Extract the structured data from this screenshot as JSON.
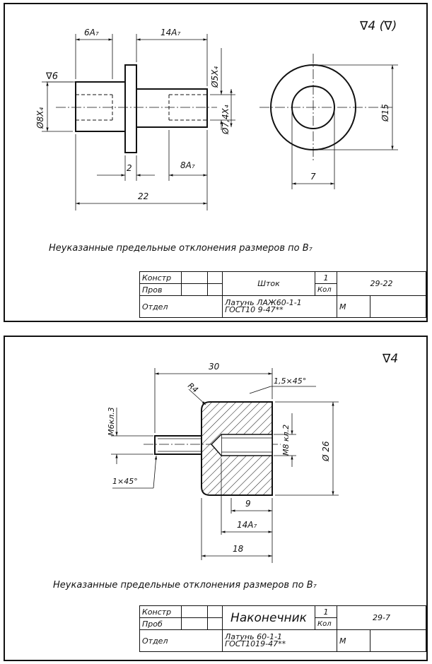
{
  "sheet1": {
    "roughness_label": "∇4 (∇)",
    "surface_mark": "∇6",
    "dims": {
      "d6A7": "6A₇",
      "d14A7": "14A₇",
      "d5X4": "Ø5X₄",
      "d8X4": "Ø8X₄",
      "d74X4": "Ø7,4X₄",
      "d15": "Ø15",
      "d2": "2",
      "d8A7": "8A₇",
      "d22": "22",
      "d7": "7"
    },
    "note": "Неуказанные предельные отклонения размеров по В₇",
    "title_block": {
      "row1_label": "Констр",
      "row2_label": "Пров",
      "row3_label": "Отдел",
      "part_name": "Шток",
      "qty": "1",
      "qty_label": "Кол",
      "drawing_number": "29-22",
      "material_line1": "Латунь ЛАЖ60-1-1",
      "material_line2": "ГОСТ10 9-47**",
      "scale_label": "М"
    }
  },
  "sheet2": {
    "roughness_label": "∇4",
    "dims": {
      "d30": "30",
      "chamfer": "1,5×45°",
      "radius": "R4",
      "thread_m6": "М6кл.3",
      "thread_m8": "М8 кл.2",
      "d26": "Ø 26",
      "chamfer2": "1×45°",
      "d9": "9",
      "d14A7": "14A₇",
      "d18": "18"
    },
    "note": "Неуказанные предельные отклонения размеров по В₇",
    "title_block": {
      "row1_label": "Констр",
      "row2_label": "Проб",
      "row3_label": "Отдел",
      "part_name": "Наконечник",
      "qty": "1",
      "qty_label": "Кол",
      "drawing_number": "29-7",
      "material_line1": "Латунь 60-1-1",
      "material_line2": "ГОСТ1019-47**",
      "scale_label": "М"
    }
  }
}
